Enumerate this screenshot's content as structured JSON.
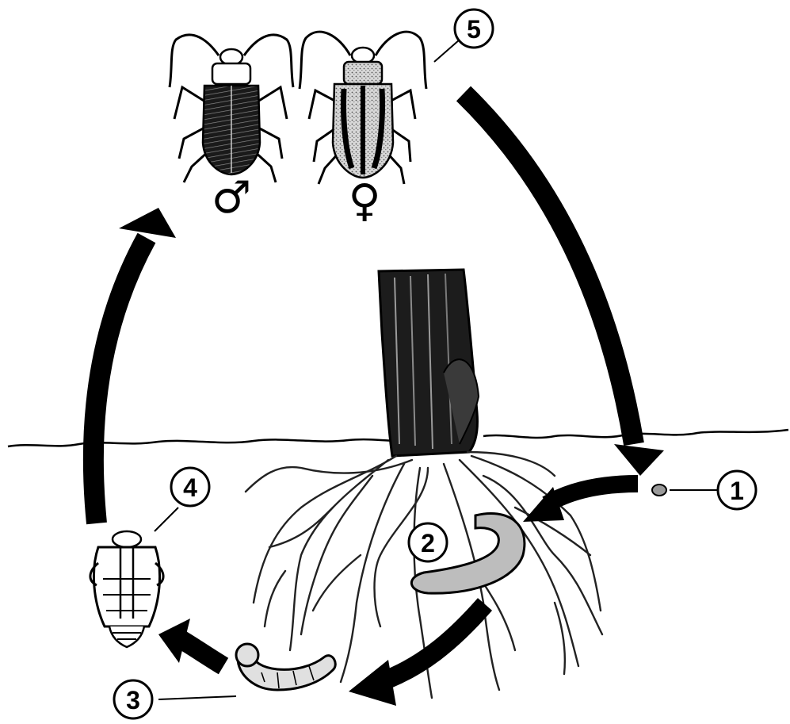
{
  "diagram": {
    "stage_labels": [
      "1",
      "2",
      "3",
      "4",
      "5"
    ],
    "symbols": {
      "male": "♂",
      "female": "♀"
    },
    "colors": {
      "ink": "#000000",
      "paper": "#ffffff",
      "shade": "#bdbdbd"
    }
  }
}
